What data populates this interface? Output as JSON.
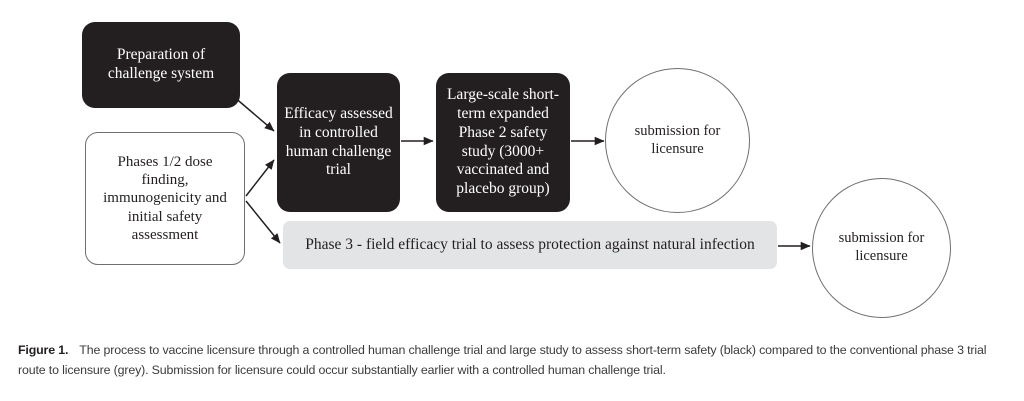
{
  "figure": {
    "nodes": {
      "preparation": {
        "label": "Preparation of\nchallenge system",
        "style": "black-rounded-box"
      },
      "phases12": {
        "label": "Phases 1/2 dose\nfinding,\nimmunogenicity and\ninitial safety\nassessment",
        "style": "white-rounded-box"
      },
      "efficacy": {
        "label": "Efficacy assessed\nin controlled\nhuman challenge\ntrial",
        "style": "black-rounded-box"
      },
      "phase2_safety": {
        "label": "Large-scale short-\nterm expanded\nPhase 2  safety\nstudy  (3000+\nvaccinated and\nplacebo group)",
        "style": "black-rounded-box"
      },
      "submission_chc": {
        "label": "submission for\nlicensure",
        "style": "circle"
      },
      "phase3": {
        "label": "Phase 3 - field efficacy trial to assess protection against natural infection",
        "style": "grey-bar"
      },
      "submission_conventional": {
        "label": "submission for\nlicensure",
        "style": "circle"
      }
    },
    "colors": {
      "black_node": "#231f20",
      "grey_node": "#e3e4e6",
      "outline": "#6f6f6f",
      "arrow": "#231f20",
      "caption_text": "#3b3b3d",
      "background": "#ffffff"
    }
  },
  "caption": {
    "label": "Figure 1.",
    "text": "The process to vaccine licensure through a controlled human challenge trial and large study to assess short-term safety (black) compared to the conventional phase 3 trial route to licensure (grey). Submission for licensure could occur substantially earlier with a controlled human challenge trial."
  }
}
